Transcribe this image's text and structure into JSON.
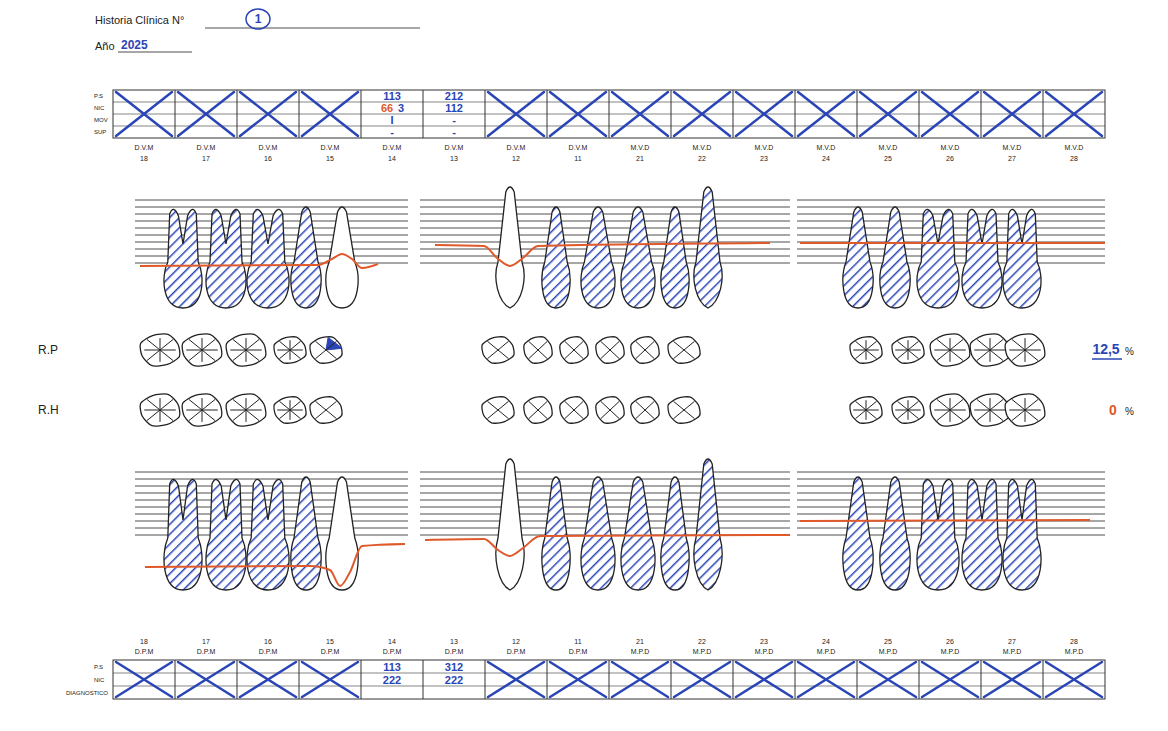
{
  "diagram": {
    "labels": [
      "Historia Clínica N°",
      "1",
      "Año",
      "2025",
      "P.S",
      "NIC",
      "MOV",
      "SUP",
      "113",
      "66",
      "3",
      "I",
      "-",
      "212",
      "112",
      "-",
      "-",
      "D.V.M",
      "D.V.M",
      "D.V.M",
      "D.V.M",
      "D.V.M",
      "D.V.M",
      "D.V.M",
      "D.V.M",
      "M.V.D",
      "M.V.D",
      "M.V.D",
      "M.V.D",
      "M.V.D",
      "M.V.D",
      "M.V.D",
      "M.V.D",
      "18",
      "17",
      "16",
      "15",
      "14",
      "13",
      "12",
      "11",
      "21",
      "22",
      "23",
      "24",
      "25",
      "26",
      "27",
      "28",
      "R.P",
      "R.H",
      "12,5",
      "%",
      "0",
      "%",
      "18",
      "17",
      "16",
      "15",
      "14",
      "13",
      "12",
      "11",
      "21",
      "22",
      "23",
      "24",
      "25",
      "26",
      "27",
      "28",
      "D.P.M",
      "D.P.M",
      "D.P.M",
      "D.P.M",
      "D.P.M",
      "D.P.M",
      "D.P.M",
      "D.P.M",
      "M.P.D",
      "M.P.D",
      "M.P.D",
      "M.P.D",
      "M.P.D",
      "M.P.D",
      "M.P.D",
      "M.P.D",
      "P.S",
      "NIC",
      "DIAGNOSTICO",
      "113",
      "222",
      "312",
      "222"
    ]
  }
}
